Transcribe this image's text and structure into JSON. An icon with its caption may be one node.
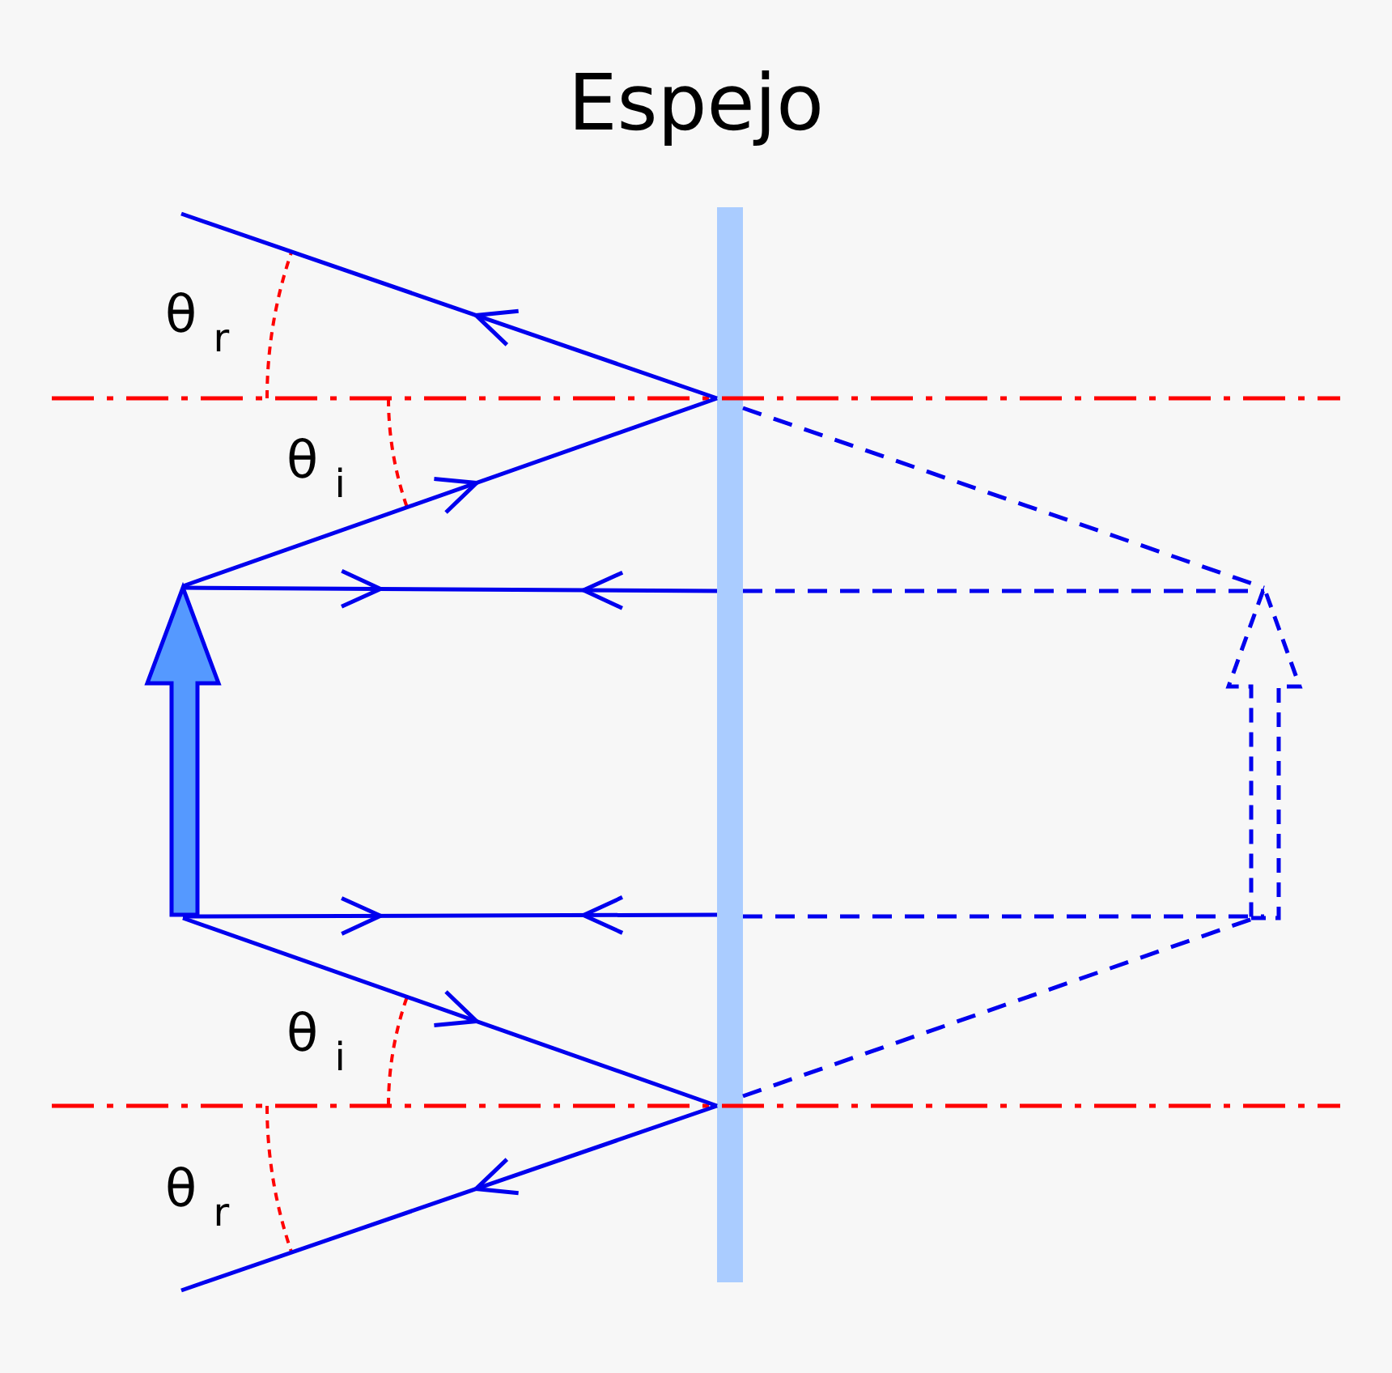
{
  "diagram": {
    "title": "Espejo",
    "nodes": [
      {
        "text": [],
        "shape": "bar"
      }
    ],
    "labels": [
      "θ $_{r}$",
      "θ $_{i}$",
      "θ $_{i}$",
      "θ $_{r}$"
    ]
  }
}
